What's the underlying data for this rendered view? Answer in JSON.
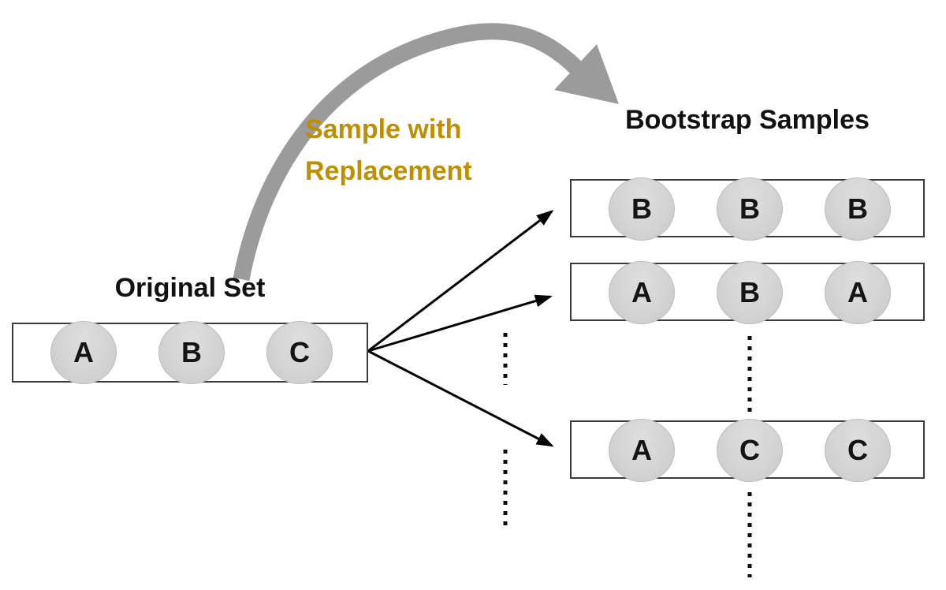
{
  "diagram": {
    "original_set": {
      "title": "Original Set",
      "items": [
        "A",
        "B",
        "C"
      ]
    },
    "bootstrap": {
      "title": "Bootstrap Samples",
      "samples": [
        [
          "B",
          "B",
          "B"
        ],
        [
          "A",
          "B",
          "A"
        ],
        [
          "A",
          "C",
          "C"
        ]
      ]
    },
    "annotation": {
      "line1": "Sample with",
      "line2": "Replacement"
    },
    "colors": {
      "annotation_text": "#BF8F00",
      "curved_arrow_gray": "#9B9B9B",
      "node_fill": "#D4D4D4",
      "black_arrows": "#000000",
      "box_border": "#3B3B3B"
    }
  }
}
